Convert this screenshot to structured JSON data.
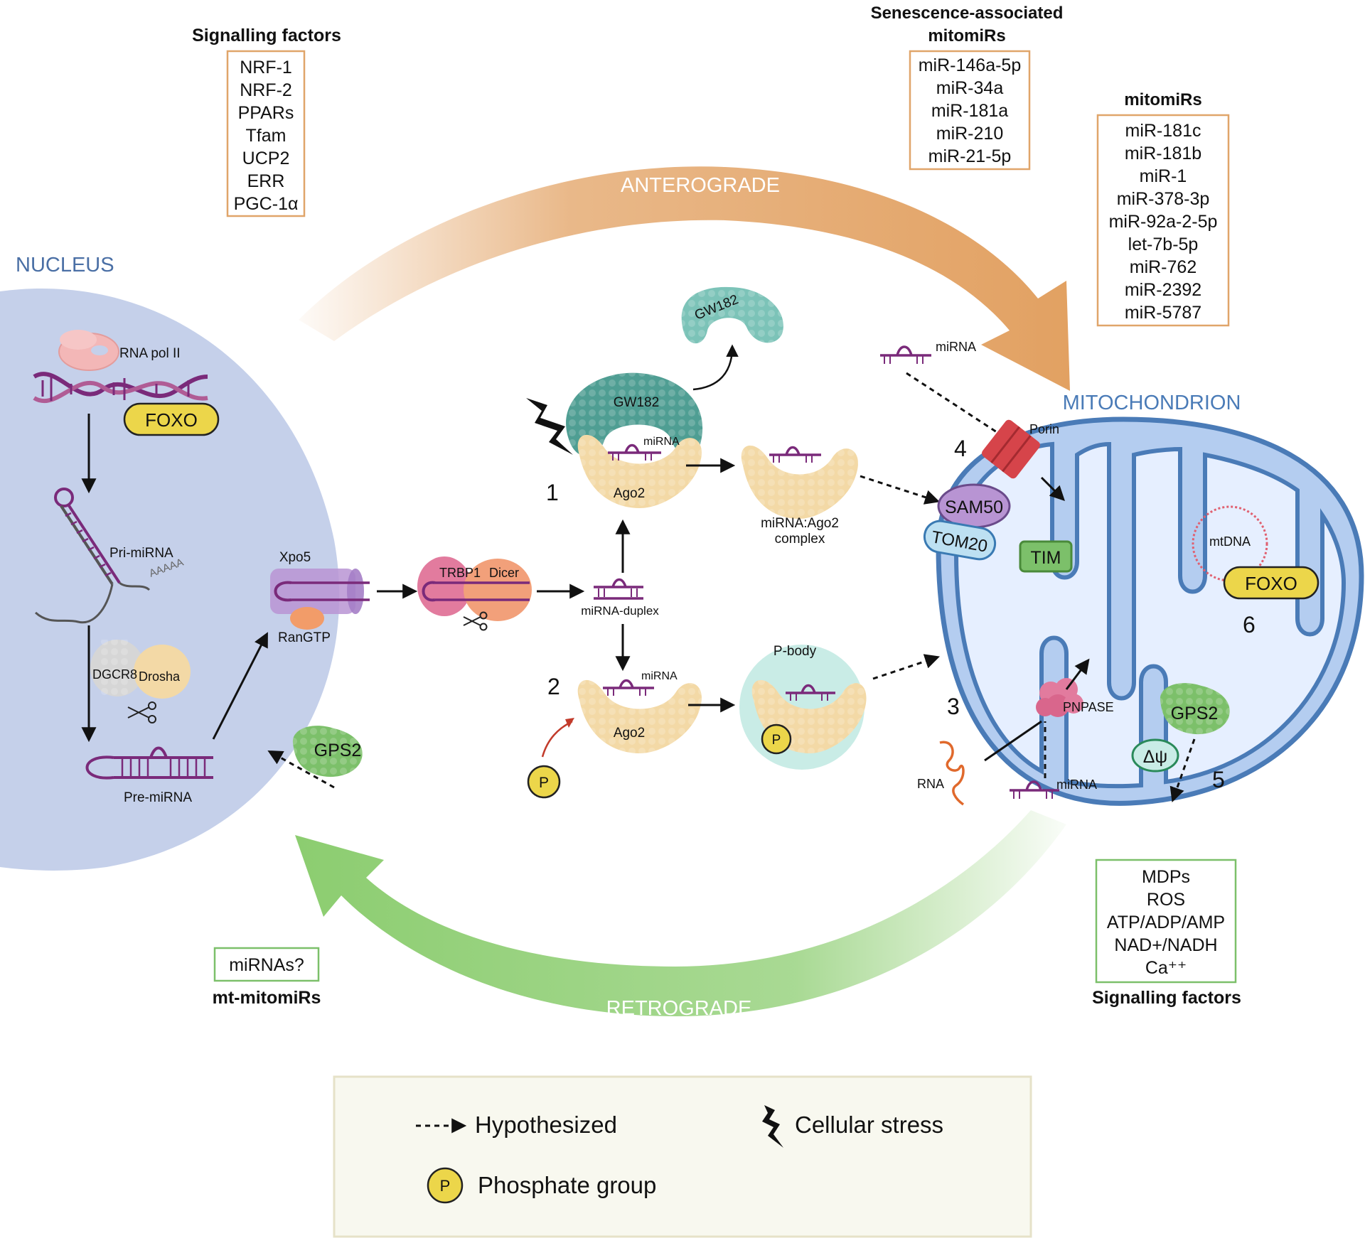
{
  "colors": {
    "nucleus_fill": "#c5d0ea",
    "nucleus_text": "#4a6fa5",
    "mito_fill": "#b4cdf0",
    "mito_stroke": "#4a7bb7",
    "mito_text": "#4a7bb7",
    "anterograde": "#e2a162",
    "retrograde": "#8ccd70",
    "orange_box": "#e0a56a",
    "green_box": "#7cc06a",
    "mirna_purple": "#7a2a7a",
    "ago2": "#f3d9a6",
    "gw182": "#4f9e93",
    "foxo": "#ecd64a",
    "pbody": "#c9ece6",
    "legend_bg": "#f8f8ef"
  },
  "regions": {
    "nucleus": "NUCLEUS",
    "mitochondrion": "MITOCHONDRION",
    "anterograde": "ANTEROGRADE",
    "retrograde": "RETROGRADE"
  },
  "signalling_nucleus": {
    "title": "Signalling factors",
    "items": [
      "NRF-1",
      "NRF-2",
      "PPARs",
      "Tfam",
      "UCP2",
      "ERR",
      "PGC-1α"
    ]
  },
  "senescence": {
    "title_line1": "Senescence-associated",
    "title_line2": "mitomiRs",
    "items": [
      "miR-146a-5p",
      "miR-34a",
      "miR-181a",
      "miR-210",
      "miR-21-5p"
    ]
  },
  "mitomirs": {
    "title": "mitomiRs",
    "items": [
      "miR-181c",
      "miR-181b",
      "miR-1",
      "miR-378-3p",
      "miR-92a-2-5p",
      "let-7b-5p",
      "miR-762",
      "miR-2392",
      "miR-5787"
    ]
  },
  "signalling_mito": {
    "title": "Signalling factors",
    "items": [
      "MDPs",
      "ROS",
      "ATP/ADP/AMP",
      "NAD+/NADH",
      "Ca⁺⁺"
    ]
  },
  "mt_mitomirs": {
    "box": "miRNAs?",
    "title": "mt-mitomiRs"
  },
  "labels": {
    "rna_pol": "RNA pol II",
    "foxo": "FOXO",
    "pri_mirna": "Pri-miRNA",
    "polya": "AAAAA",
    "dgcr8": "DGCR8",
    "drosha": "Drosha",
    "pre_mirna": "Pre-miRNA",
    "xpo5": "Xpo5",
    "rangtp": "RanGTP",
    "trbp1": "TRBP1",
    "dicer": "Dicer",
    "mirna_duplex": "miRNA-duplex",
    "gps2": "GPS2",
    "gw182": "GW182",
    "mirna": "miRNA",
    "ago2": "Ago2",
    "complex1": "miRNA:Ago2",
    "complex2": "complex",
    "pbody": "P-body",
    "p": "P",
    "sam50": "SAM50",
    "tom20": "TOM20",
    "tim": "TIM",
    "porin": "Porin",
    "mtdna": "mtDNA",
    "pnpase": "PNPASE",
    "rna": "RNA",
    "dpsi": "Δψ",
    "n1": "1",
    "n2": "2",
    "n3": "3",
    "n4": "4",
    "n5": "5",
    "n6": "6"
  },
  "legend": {
    "hypothesized": "Hypothesized",
    "stress": "Cellular stress",
    "phosphate": "Phosphate group"
  }
}
